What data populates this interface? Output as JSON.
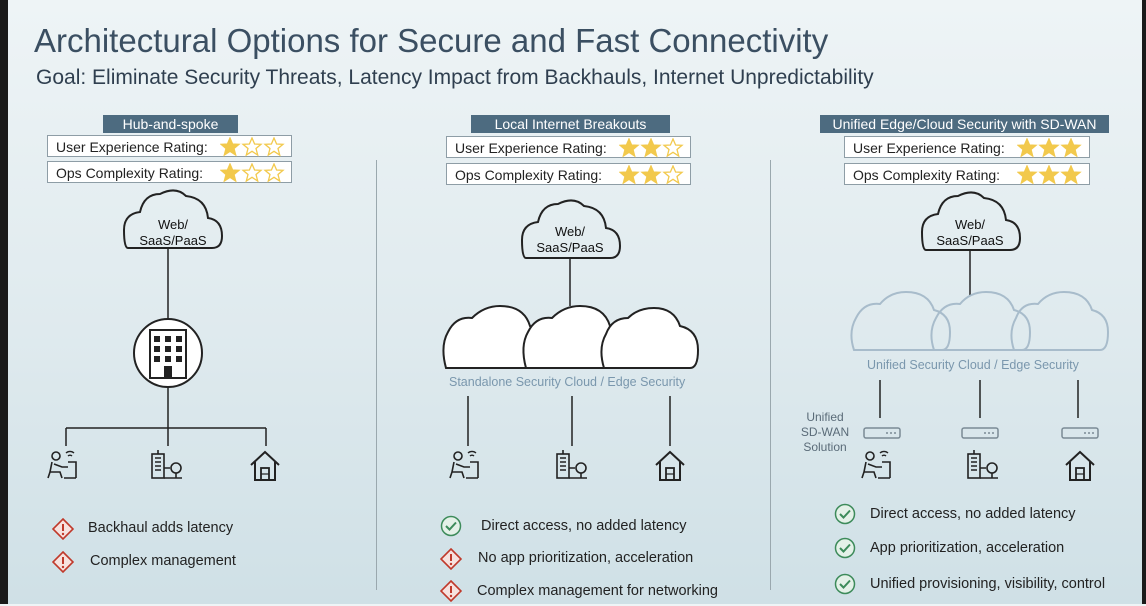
{
  "title": "Architectural Options for Secure and Fast Connectivity",
  "subtitle": "Goal: Eliminate Security Threats, Latency Impact from Backhauls, Internet Unpredictability",
  "columns": [
    {
      "header": "Hub-and-spoke",
      "ux_label": "User Experience Rating:",
      "ux_stars": 1,
      "ops_label": "Ops Complexity Rating:",
      "ops_stars": 1,
      "cloud_label": "Web/\nSaaS/PaaS",
      "bullets": [
        {
          "icon": "warning-icon",
          "text": "Backhaul adds latency"
        },
        {
          "icon": "warning-icon",
          "text": "Complex management"
        }
      ]
    },
    {
      "header": "Local Internet Breakouts",
      "ux_label": "User Experience Rating:",
      "ux_stars": 2,
      "ops_label": "Ops Complexity Rating:",
      "ops_stars": 2,
      "cloud_label": "Web/\nSaaS/PaaS",
      "security_label": "Standalone Security Cloud / Edge Security",
      "bullets": [
        {
          "icon": "check-icon",
          "text": "Direct access, no added latency"
        },
        {
          "icon": "warning-icon",
          "text": "No app prioritization, acceleration"
        },
        {
          "icon": "warning-icon",
          "text": "Complex management for networking"
        }
      ]
    },
    {
      "header": "Unified Edge/Cloud Security with SD-WAN",
      "ux_label": "User Experience Rating:",
      "ux_stars": 3,
      "ops_label": "Ops Complexity Rating:",
      "ops_stars": 3,
      "cloud_label": "Web/\nSaaS/PaaS",
      "security_label": "Unified Security Cloud / Edge Security",
      "sdwan_label": "Unified\nSD-WAN\nSolution",
      "bullets": [
        {
          "icon": "check-icon",
          "text": "Direct access, no added latency"
        },
        {
          "icon": "check-icon",
          "text": "App prioritization, acceleration"
        },
        {
          "icon": "check-icon",
          "text": "Unified provisioning, visibility, control"
        }
      ]
    }
  ],
  "colors": {
    "header_bg": "#4d6b80",
    "star_fill": "#f2c94c",
    "warning": "#c0392b",
    "check": "#3d8b5a",
    "security_text": "#7a97ad"
  }
}
